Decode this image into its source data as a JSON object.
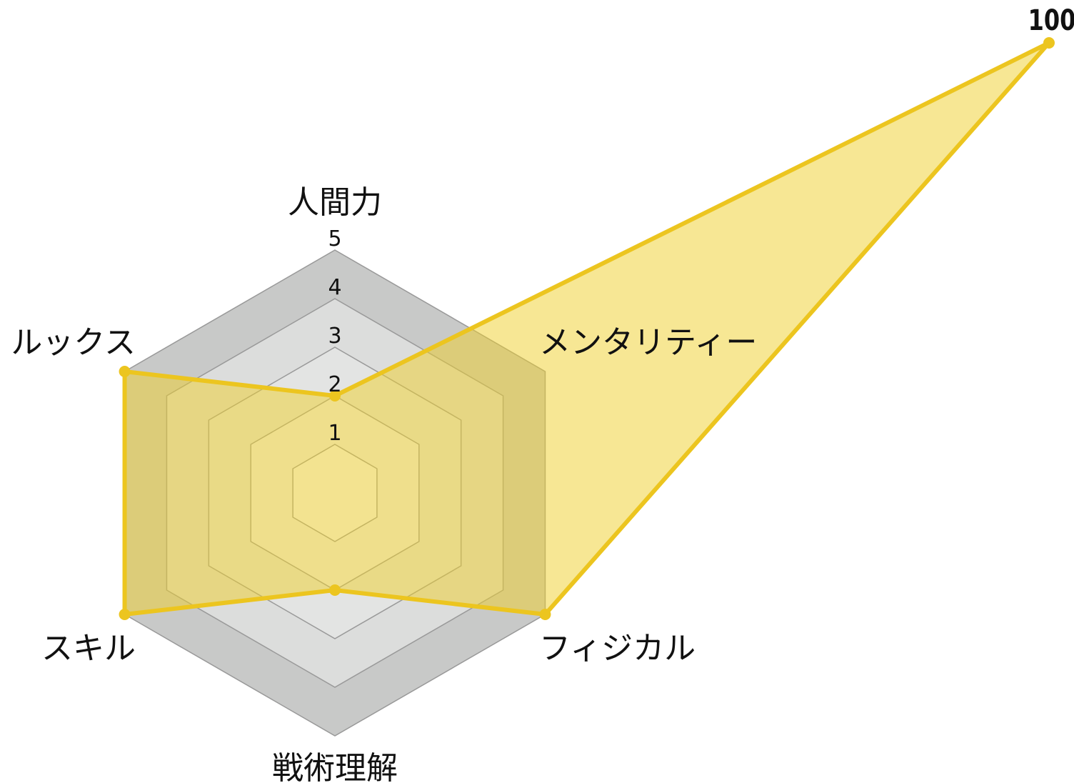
{
  "chart_data": {
    "type": "radar",
    "axes": [
      "人間力",
      "メンタリティー",
      "フィジカル",
      "戦術理解",
      "スキル",
      "ルックス"
    ],
    "series": [
      {
        "name": "",
        "values": [
          2,
          100,
          5,
          2,
          5,
          5
        ]
      }
    ],
    "r_range": [
      0,
      5
    ],
    "ticks": [
      "1",
      "2",
      "3",
      "4",
      "5"
    ],
    "data_labels": [
      {
        "axis": "メンタリティー",
        "text": "100"
      }
    ],
    "colors": {
      "series_stroke": "#ecc51f",
      "series_fill": "#f0cf2a",
      "grid_stroke": "#999999"
    }
  }
}
